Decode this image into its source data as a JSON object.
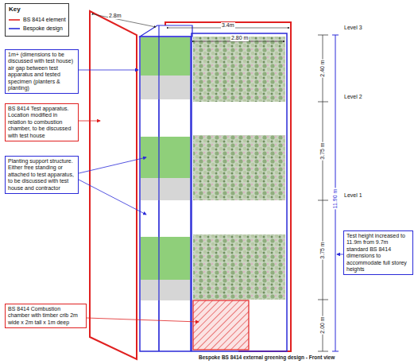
{
  "diagram": {
    "caption": "Bespoke BS 8414 external greening design - Front view",
    "nodes": [
      {
        "text": [
          "1m+ (dimensions to be discussed with test house) air gap between test apparatus and tested specimen (planters & planting)"
        ]
      },
      {
        "text": [
          "BS 8414 Test apparatus. Location modified in relation to combustion chamber, to be discussed with test house"
        ]
      },
      {
        "text": [
          "Planting support structure. Either free standing or attached to test apparatus, to be discussed with test house and contractor"
        ]
      },
      {
        "text": [
          "BS 8414 Combustion chamber with timber crib 2m wide x 2m tall x 1m deep"
        ]
      },
      {
        "text": [
          "Test height increased to 11.9m from 9.7m standard BS 8414 dimensions to accommodate full storey heights"
        ]
      }
    ],
    "labels": [
      "Key",
      "2.8m",
      "3.4m",
      "2.80 m",
      "Level 3",
      "Level 2",
      "Level 1",
      "2.40 m",
      "3.75 m",
      "3.75 m",
      "2.00 m",
      "11.90 m"
    ],
    "legend": [
      {
        "text": "BS 8414 element"
      },
      {
        "text": "Bespoke design"
      }
    ]
  }
}
